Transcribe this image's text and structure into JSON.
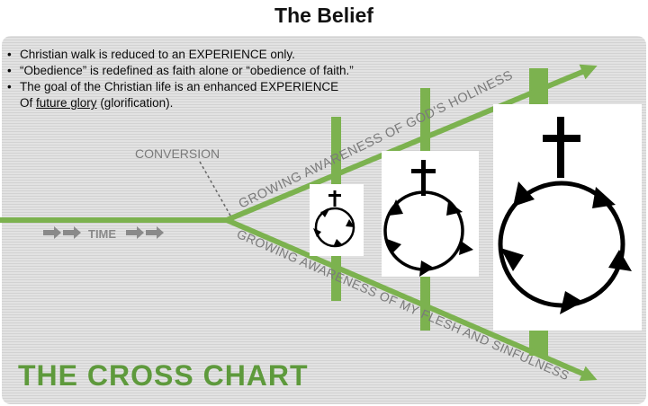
{
  "title": "The Belief",
  "bullets": [
    {
      "text": "Christian walk is reduced to an EXPERIENCE only."
    },
    {
      "text": "“Obedience” is redefined as faith alone or “obedience of faith.”"
    },
    {
      "line1": "The goal of the Christian life is an enhanced EXPERIENCE",
      "line2_prefix": "Of ",
      "line2_underlined": "future glory",
      "line2_suffix": " (glorification)."
    }
  ],
  "diagram": {
    "conversion_label": "CONVERSION",
    "time_label": "TIME",
    "upper_label": "GROWING AWARENESS OF GOD'S HOLINESS",
    "lower_label": "GROWING AWARENESS OF MY FLESH AND SINFULNESS",
    "chart_title": "THE CROSS CHART",
    "colors": {
      "green": "#7cb24f",
      "dark_green": "#5e9a3c",
      "label_gray": "#7a7a7a",
      "panel": "#dadada"
    },
    "icons": [
      "cross-icon",
      "cycle-arrows-icon"
    ]
  }
}
